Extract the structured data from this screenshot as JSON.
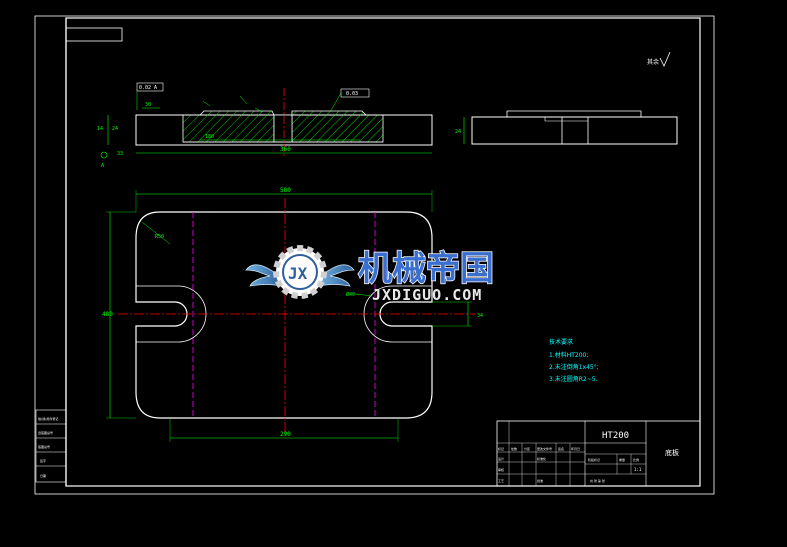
{
  "colors": {
    "background": "#000000",
    "outline": "#ffffff",
    "dimension": "#00ff00",
    "centerline": "#ff0000",
    "hidden": "#ff00ff",
    "notes": "#00ffff",
    "watermark_text": "#3a6fd0",
    "watermark_url": "#e8e8e8"
  },
  "dimensions": {
    "section_top": "30",
    "section_left_a": "14",
    "section_left_b": "24",
    "section_left_c": "33",
    "section_inner": "180",
    "section_bottom": "360",
    "tol_left": "0.02 A",
    "tol_right": "0.03",
    "datum": "A",
    "side_height": "24",
    "plan_width": "580",
    "plan_height": "480",
    "plan_radius": "R50",
    "slot_width": "Ø40",
    "slot_depth": "34",
    "plan_bottom": "290"
  },
  "roughness_note": "其余",
  "tech_notes": {
    "heading": "技术要求",
    "lines": [
      "1.材料HT200;",
      "2.未注倒角1x45°;",
      "3.未注圆角R2~5."
    ]
  },
  "title_block": {
    "material": "HT200",
    "part_name": "底板",
    "row_labels": [
      "标记",
      "处数",
      "分区",
      "更改文件号",
      "签名",
      "年月日"
    ],
    "left_labels": [
      "设计",
      "审核",
      "工艺",
      "标准化",
      "批准"
    ],
    "stage_labels": [
      "阶段标记",
      "重量",
      "比例"
    ],
    "scale": "1:1",
    "sheet": "共 张 第 张"
  },
  "side_block": {
    "labels": [
      "借(通)用件登记",
      "旧底图总号",
      "底图总号",
      "签字",
      "日期"
    ]
  },
  "watermark": {
    "text": "机械帝国",
    "url": "JXDIGUO.COM",
    "emblem": "JX"
  }
}
